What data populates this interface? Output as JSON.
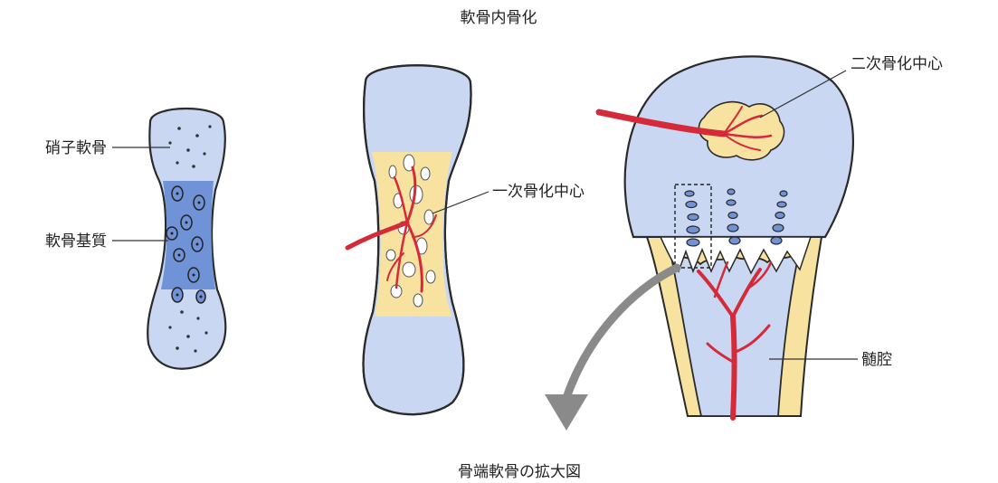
{
  "title": "軟骨内骨化",
  "labels": {
    "hyaline_cartilage": "硝子軟骨",
    "cartilage_matrix": "軟骨基質",
    "primary_ossification_center": "一次骨化中心",
    "secondary_ossification_center": "二次骨化中心",
    "marrow_cavity": "髄腔",
    "epiphyseal_cartilage_magnified": "骨端軟骨の拡大図"
  },
  "colors": {
    "cartilage_light": "#c9d7f2",
    "cartilage_matrix": "#6f93d6",
    "bone_yellow": "#f8e2a0",
    "vessel_red": "#d42a3a",
    "outline": "#2a2a2a",
    "arrow_gray": "#8a8a8a"
  },
  "icons": [
    "curved-arrow-icon"
  ]
}
